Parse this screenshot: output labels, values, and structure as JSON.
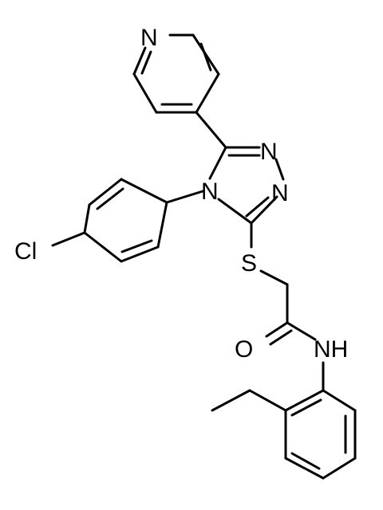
{
  "atoms": {
    "n_pyridine": "N",
    "n_triazole_a": "N",
    "n_triazole_b": "N",
    "n_triazole_4": "N",
    "cl": "Cl",
    "s": "S",
    "o": "O",
    "nh": "NH"
  },
  "colors": {
    "bond": "#000000",
    "label": "#000000",
    "background": "#ffffff"
  }
}
